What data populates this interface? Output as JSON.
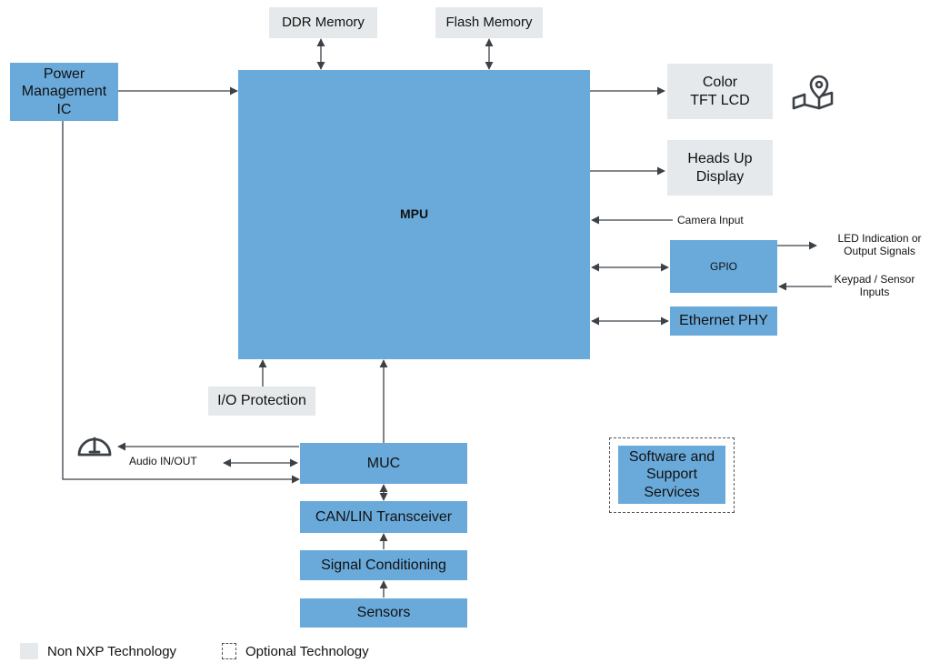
{
  "blocks": {
    "mpu": "MPU",
    "power": "Power\nManagement\nIC",
    "ddr": "DDR Memory",
    "flash": "Flash Memory",
    "lcd": "Color\nTFT LCD",
    "hud": "Heads Up\nDisplay",
    "gpio": "GPIO",
    "ethernet": "Ethernet PHY",
    "io_protection": "I/O Protection",
    "muc": "MUC",
    "can_lin": "CAN/LIN Transceiver",
    "signal_conditioning": "Signal Conditioning",
    "sensors": "Sensors",
    "software": "Software and\nSupport\nServices"
  },
  "labels": {
    "camera_input": "Camera Input",
    "led_indication": "LED Indication or\nOutput Signals",
    "keypad_sensor": "Keypad / Sensor\nInputs",
    "audio": "Audio IN/OUT"
  },
  "legend": {
    "non_nxp": "Non NXP Technology",
    "optional": "Optional Technology"
  },
  "icons": {
    "map": "map-pin-icon",
    "gauge": "gauge-icon"
  },
  "colors": {
    "nxp_block": "#6aaadb",
    "non_nxp_block": "#e6e9eb",
    "connector": "#3b4147"
  }
}
